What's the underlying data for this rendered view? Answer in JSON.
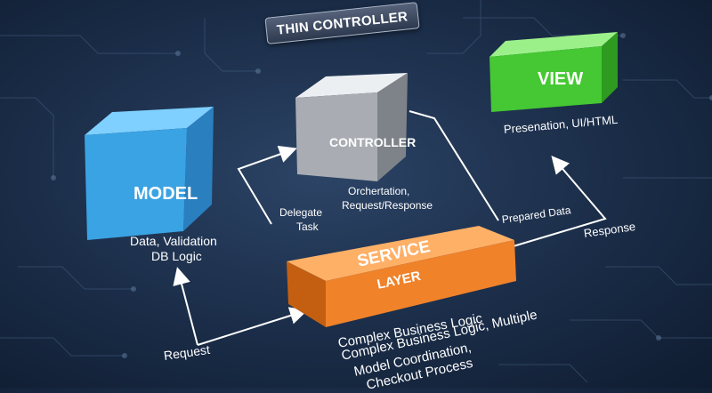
{
  "header": {
    "tag": "THIN CONTROLLER"
  },
  "boxes": {
    "model": {
      "title": "MODEL",
      "caption_line1": "Data, Validation",
      "caption_line2": "DB Logic",
      "color": "#3aa3e3"
    },
    "controller": {
      "title": "CONTROLLER",
      "caption_line1": "Orchertation,",
      "caption_line2": "Request/Response",
      "color": "#a9adb3"
    },
    "view": {
      "title": "VIEW",
      "caption": "Presenation, UI/HTML",
      "color": "#45c833"
    },
    "service": {
      "title_line1": "SERVICE",
      "title_line2": "LAYER",
      "caption_line1": "Complex Business Logic",
      "caption_line2": "Complex Business Logic, Multiple",
      "caption_line3": "Model Coordination,",
      "caption_line4": "Checkout Process",
      "color": "#f0822a"
    }
  },
  "arrows": {
    "delegate_line1": "Delegate",
    "delegate_line2": "Task",
    "prepared": "Prepared Data",
    "response": "Response",
    "request": "Request"
  }
}
